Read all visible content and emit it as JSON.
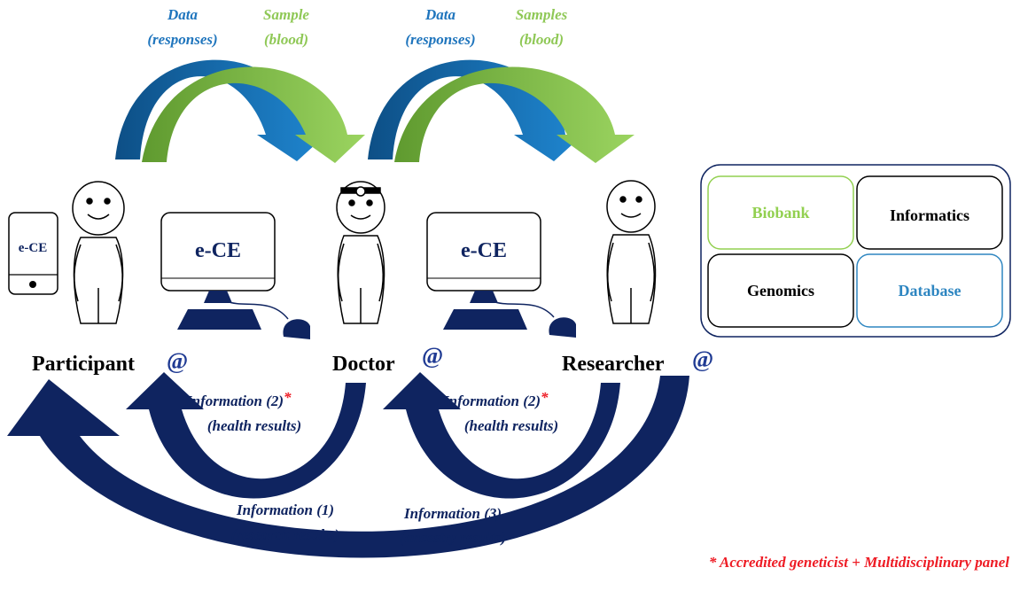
{
  "flow_labels": {
    "data1": "Data",
    "data1_sub": "(responses)",
    "sample1": "Sample",
    "sample1_sub": "(blood)",
    "data2": "Data",
    "data2_sub": "(responses)",
    "sample2": "Samples",
    "sample2_sub": "(blood)"
  },
  "devices": {
    "phone_label": "e-CE",
    "monitor1_label": "e-CE",
    "monitor2_label": "e-CE"
  },
  "actors": {
    "participant": "Participant",
    "doctor": "Doctor",
    "researcher": "Researcher",
    "at_symbol": "@"
  },
  "info": {
    "info2a_title": "Information (2)",
    "info2a_sub": "(health results)",
    "info2b_title": "Information (2)",
    "info2b_sub": "(health results)",
    "asterisk": "*",
    "info1_title": "Information (1)",
    "info1_sub": "(research results)",
    "info3_title": "Information (3)",
    "info3_sub": "(ancestry results)"
  },
  "panel": {
    "biobank": "Biobank",
    "informatics": "Informatics",
    "genomics": "Genomics",
    "database": "Database"
  },
  "footnote": "* Accredited geneticist + Multidisciplinary panel",
  "colors": {
    "blue_arrow": "#1f75bd",
    "green_arrow": "#8fc856",
    "navy": "#0f2460",
    "red": "#ee1c25",
    "biobank_green": "#92d050",
    "database_blue": "#2e86c1"
  }
}
